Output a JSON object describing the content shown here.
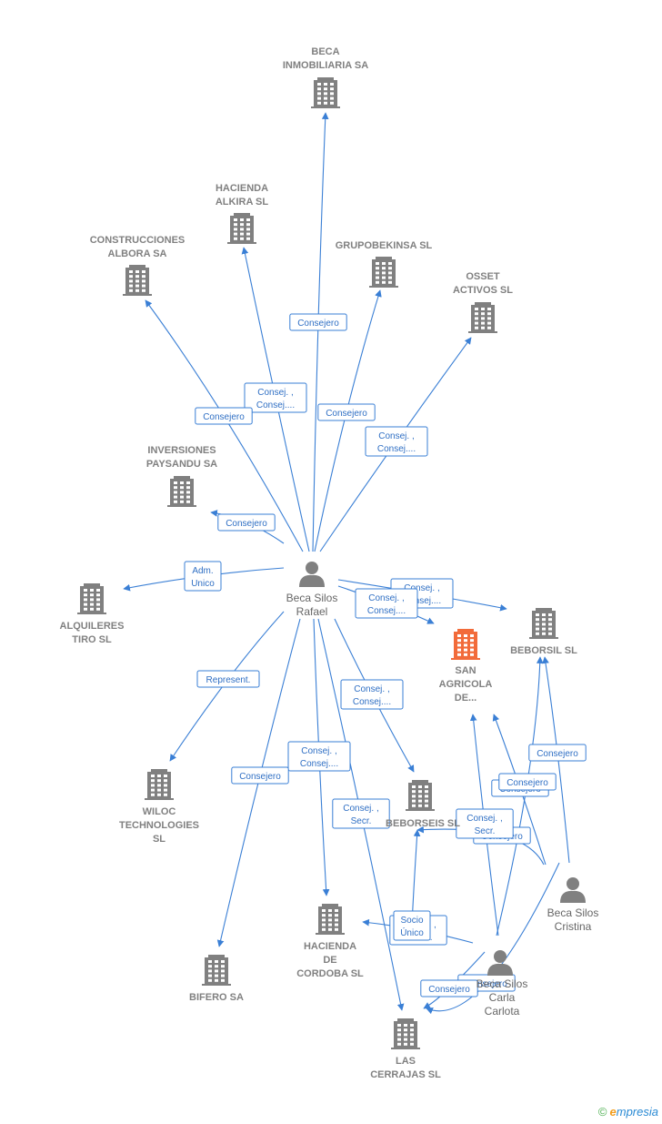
{
  "nodes": [
    {
      "id": "beca_inmobiliaria",
      "type": "company",
      "label": [
        "BECA",
        "INMOBILIARIA SA"
      ]
    },
    {
      "id": "hacienda_alkira",
      "type": "company",
      "label": [
        "HACIENDA",
        "ALKIRA  SL"
      ]
    },
    {
      "id": "grupobekinsa",
      "type": "company",
      "label": [
        "GRUPOBEKINSA SL"
      ]
    },
    {
      "id": "construcciones_albora",
      "type": "company",
      "label": [
        "CONSTRUCCIONES",
        "ALBORA SA"
      ]
    },
    {
      "id": "osset_activos",
      "type": "company",
      "label": [
        "OSSET",
        "ACTIVOS  SL"
      ]
    },
    {
      "id": "inversiones_paysandu",
      "type": "company",
      "label": [
        "INVERSIONES",
        "PAYSANDU SA"
      ]
    },
    {
      "id": "alquileres_tiro",
      "type": "company",
      "label": [
        "ALQUILERES",
        "TIRO  SL"
      ]
    },
    {
      "id": "san_agricola",
      "type": "company",
      "focus": true,
      "label": [
        "SAN",
        "AGRICOLA",
        "DE..."
      ]
    },
    {
      "id": "beborsil",
      "type": "company",
      "label": [
        "BEBORSIL  SL"
      ]
    },
    {
      "id": "wiloc",
      "type": "company",
      "label": [
        "WILOC",
        "TECHNOLOGIES",
        "SL"
      ]
    },
    {
      "id": "beborseis",
      "type": "company",
      "label": [
        "BEBORSEIS  SL"
      ]
    },
    {
      "id": "hacienda_cordoba",
      "type": "company",
      "label": [
        "HACIENDA",
        "DE",
        "CORDOBA  SL"
      ]
    },
    {
      "id": "bifero",
      "type": "company",
      "label": [
        "BIFERO SA"
      ]
    },
    {
      "id": "las_cerrajas",
      "type": "company",
      "label": [
        "LAS",
        "CERRAJAS SL"
      ]
    },
    {
      "id": "beca_rafael",
      "type": "person",
      "label": [
        "Beca Silos",
        "Rafael"
      ]
    },
    {
      "id": "beca_cristina",
      "type": "person",
      "label": [
        "Beca Silos",
        "Cristina"
      ]
    },
    {
      "id": "beca_carla",
      "type": "person",
      "label": [
        "Beca Silos",
        "Carla",
        "Carlota"
      ]
    }
  ],
  "edges": [
    {
      "from": "beca_rafael",
      "to": "beca_inmobiliaria",
      "label": [
        "Consejero"
      ]
    },
    {
      "from": "beca_rafael",
      "to": "hacienda_alkira",
      "label": [
        "Consej. ,",
        "Consej...."
      ]
    },
    {
      "from": "beca_rafael",
      "to": "grupobekinsa",
      "label": [
        "Consejero"
      ]
    },
    {
      "from": "beca_rafael",
      "to": "construcciones_albora",
      "label": [
        "Consejero"
      ]
    },
    {
      "from": "beca_rafael",
      "to": "osset_activos",
      "label": [
        "Consej. ,",
        "Consej...."
      ]
    },
    {
      "from": "beca_rafael",
      "to": "inversiones_paysandu",
      "label": [
        "Consejero"
      ]
    },
    {
      "from": "beca_rafael",
      "to": "alquileres_tiro",
      "label": [
        "Adm.",
        "Unico"
      ]
    },
    {
      "from": "beca_rafael",
      "to": "beborsil",
      "label": [
        "Consej. ,",
        "Consej...."
      ]
    },
    {
      "from": "beca_rafael",
      "to": "san_agricola",
      "label": [
        "Consej. ,",
        "Consej...."
      ]
    },
    {
      "from": "beca_rafael",
      "to": "wiloc",
      "label": [
        "Represent."
      ]
    },
    {
      "from": "beca_rafael",
      "to": "beborseis",
      "label": [
        "Consej. ,",
        "Consej...."
      ]
    },
    {
      "from": "beca_rafael",
      "to": "hacienda_cordoba",
      "label": [
        "Consej. ,",
        "Consej...."
      ]
    },
    {
      "from": "beca_rafael",
      "to": "bifero",
      "label": [
        "Consejero"
      ]
    },
    {
      "from": "beca_rafael",
      "to": "las_cerrajas",
      "label": [
        "Consej. ,",
        "Secr."
      ]
    },
    {
      "from": "beca_cristina",
      "to": "beborsil",
      "label": [
        "Consejero"
      ]
    },
    {
      "from": "beca_cristina",
      "to": "san_agricola",
      "label": [
        "Consejero"
      ]
    },
    {
      "from": "beca_cristina",
      "to": "beborseis",
      "label": [
        "Consejero"
      ]
    },
    {
      "from": "beca_cristina",
      "to": "las_cerrajas",
      "label": [
        "Consejero"
      ]
    },
    {
      "from": "beca_carla",
      "to": "beborsil",
      "label": [
        "Consejero"
      ]
    },
    {
      "from": "beca_carla",
      "to": "san_agricola",
      "label": [
        "Consej. ,",
        "Secr."
      ]
    },
    {
      "from": "beca_carla",
      "to": "hacienda_cordoba",
      "label": [
        "Consej. ,",
        "Presid."
      ]
    },
    {
      "from": "beca_carla",
      "to": "beborseis",
      "label": [
        "Socio",
        "Único"
      ]
    },
    {
      "from": "beca_carla",
      "to": "las_cerrajas",
      "label": [
        "Consejero"
      ]
    }
  ],
  "colors": {
    "company": "#808080",
    "focus": "#f26b3a",
    "person": "#808080",
    "edge": "#3a7fd5"
  },
  "footer": {
    "copyright": "©",
    "brand_initial": "e",
    "brand_rest": "mpresia"
  }
}
